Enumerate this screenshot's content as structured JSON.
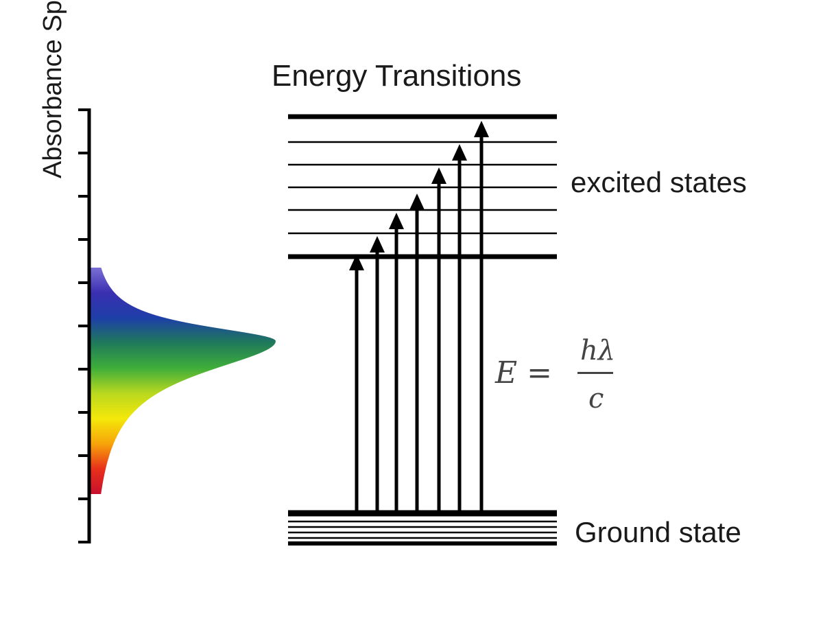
{
  "diagram": {
    "title": "Energy Transitions",
    "excited_label": "excited states",
    "ground_label": "Ground state",
    "y_axis_label": "Absorbance Spectrum (λ)",
    "formula": {
      "lhs": "E =",
      "numerator": "hλ",
      "denominator": "c"
    },
    "excited_levels": 7,
    "ground_levels": 6,
    "transition_arrows": 7,
    "spectrum_colors": [
      "#7b6fd6",
      "#3a2fb0",
      "#1e3fa8",
      "#1f7a5a",
      "#3fae3a",
      "#b9d81f",
      "#f4e80a",
      "#f7a40a",
      "#e8301a",
      "#c8102e"
    ],
    "line_color": "#000000"
  }
}
